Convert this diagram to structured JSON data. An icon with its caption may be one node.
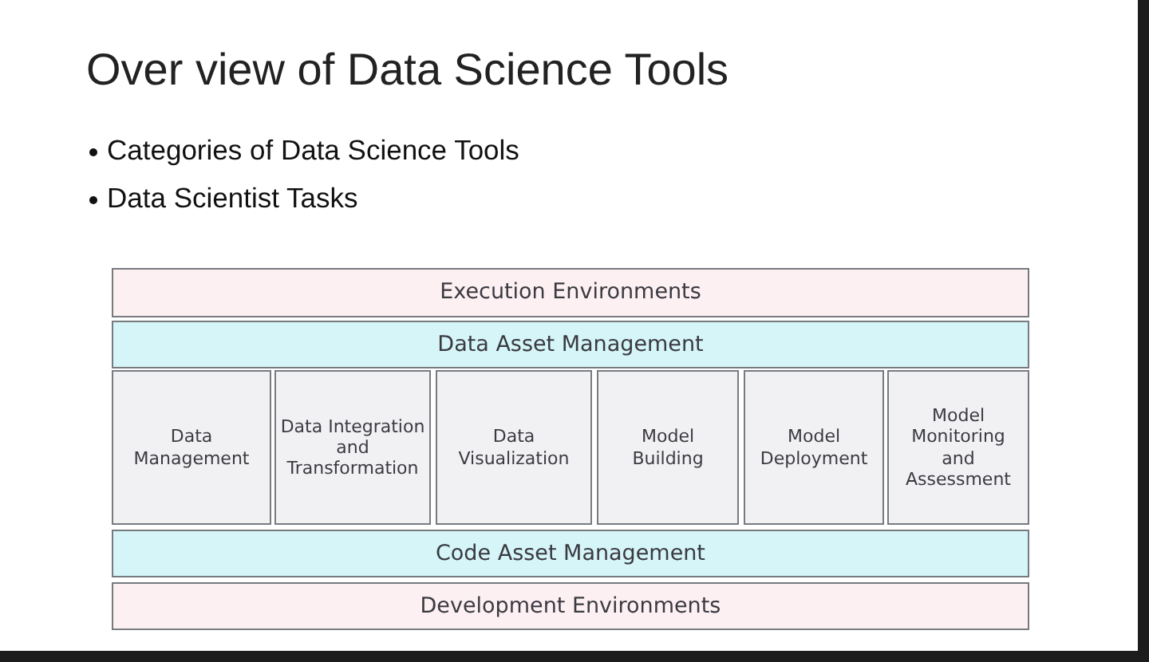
{
  "diagram": {
    "title": "Over view of Data Science Tools",
    "nodes": [
      {
        "text": [
          "Execution Environments"
        ]
      },
      {
        "text": [
          "Data Asset Management"
        ]
      },
      {
        "text": [
          "Data Management"
        ]
      },
      {
        "text": [
          "Data Integration and Transformation"
        ]
      },
      {
        "text": [
          "Data Visualization"
        ]
      },
      {
        "text": [
          "Model Building"
        ]
      },
      {
        "text": [
          "Model Deployment"
        ]
      },
      {
        "text": [
          "Model Monitoring and Assessment"
        ]
      },
      {
        "text": [
          "Code Asset Management"
        ]
      },
      {
        "text": [
          "Development Environments"
        ]
      }
    ],
    "edges": [],
    "labels": [
      "Categories of Data Science Tools",
      "Data Scientist Tasks"
    ]
  }
}
